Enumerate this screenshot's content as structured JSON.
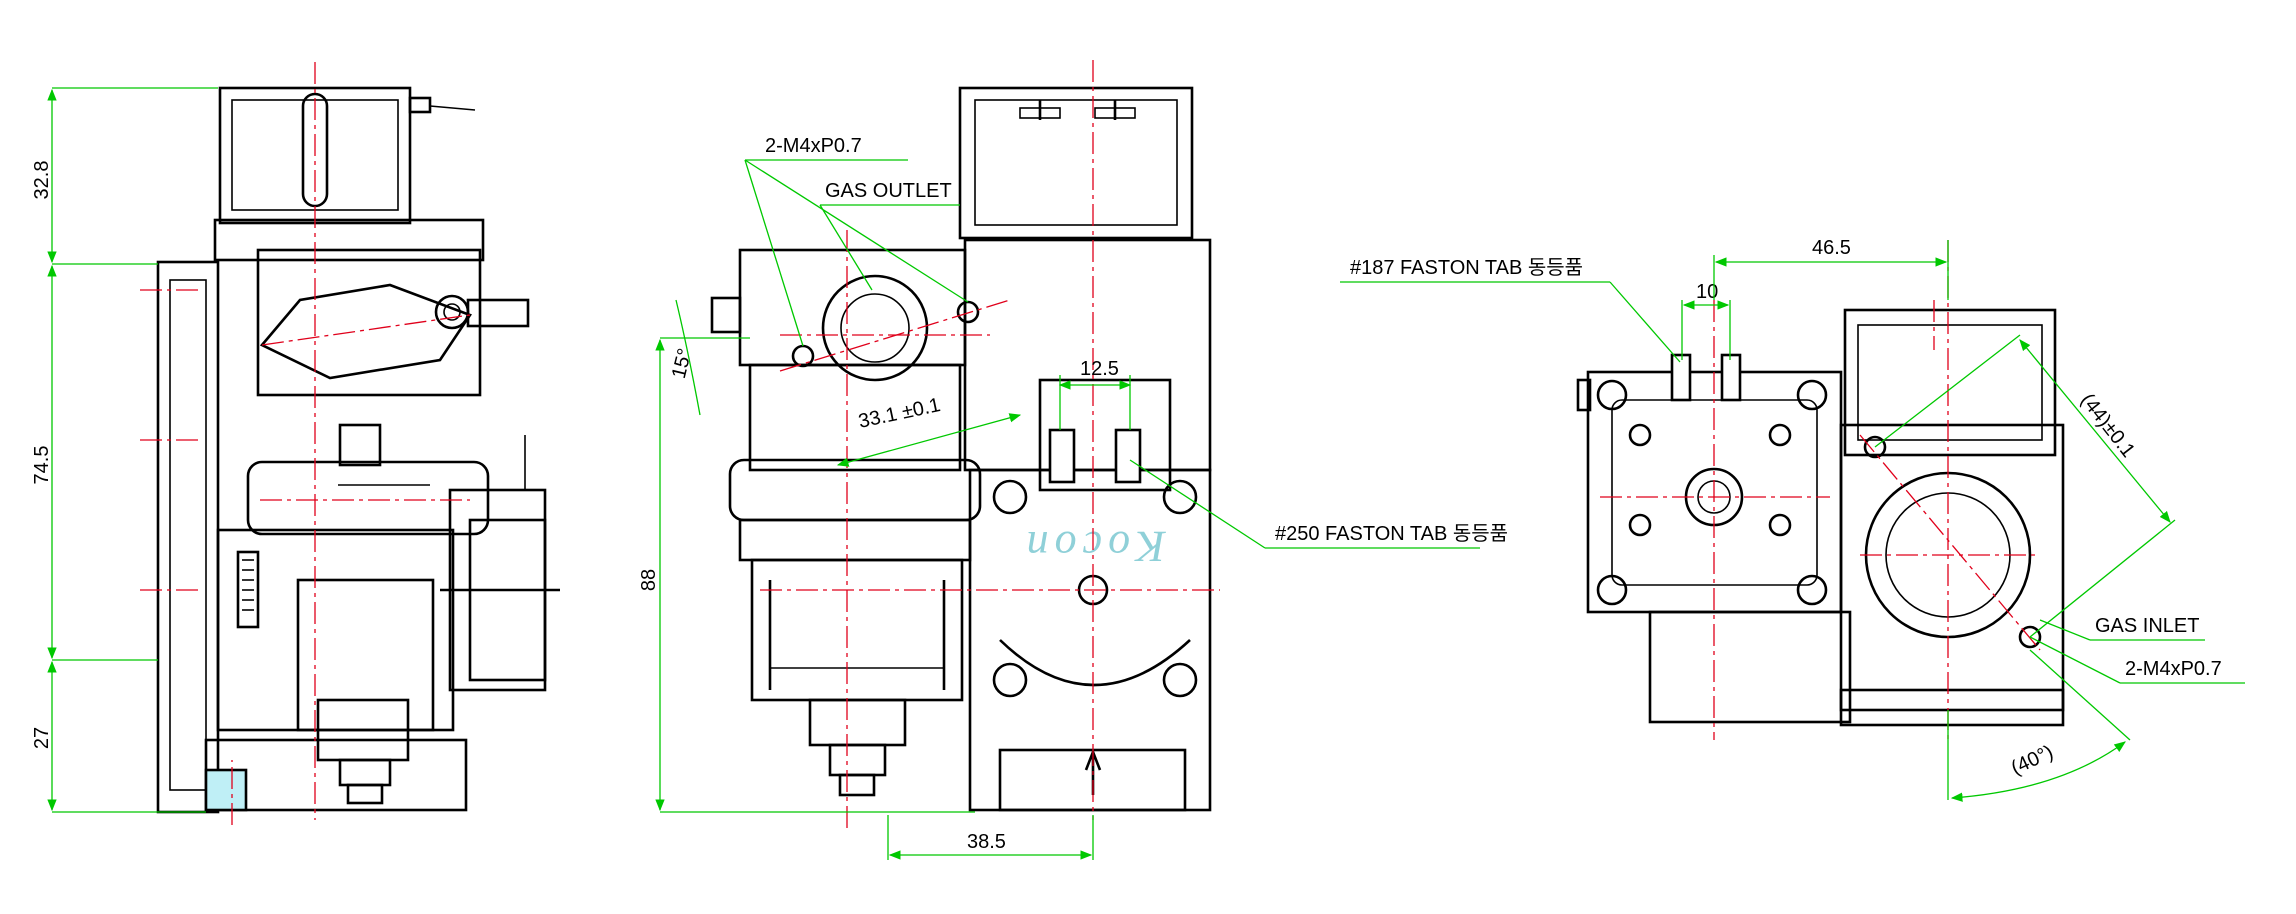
{
  "left_view": {
    "dims": [
      "32.8",
      "74.5",
      "27"
    ]
  },
  "middle_view": {
    "callouts": {
      "thread": "2-M4xP0.7",
      "gas_outlet": "GAS OUTLET",
      "faston_250": "#250 FASTON TAB 동등품"
    },
    "dims": {
      "angle": "15°",
      "spacing": "33.1 ±0.1",
      "tab_width": "12.5",
      "height": "88",
      "offset": "38.5"
    },
    "watermark": "Kocon"
  },
  "right_view": {
    "callouts": {
      "faston_187": "#187 FASTON TAB 동등품",
      "gas_inlet": "GAS INLET",
      "thread": "2-M4xP0.7"
    },
    "dims": {
      "tab_pitch": "10",
      "width": "46.5",
      "diag": "(44)±0.1",
      "angle": "(40°)"
    }
  },
  "colors": {
    "outline": "#000000",
    "centerline": "#e0001b",
    "dimension": "#00c800",
    "watermark": "#8fd0d8"
  }
}
